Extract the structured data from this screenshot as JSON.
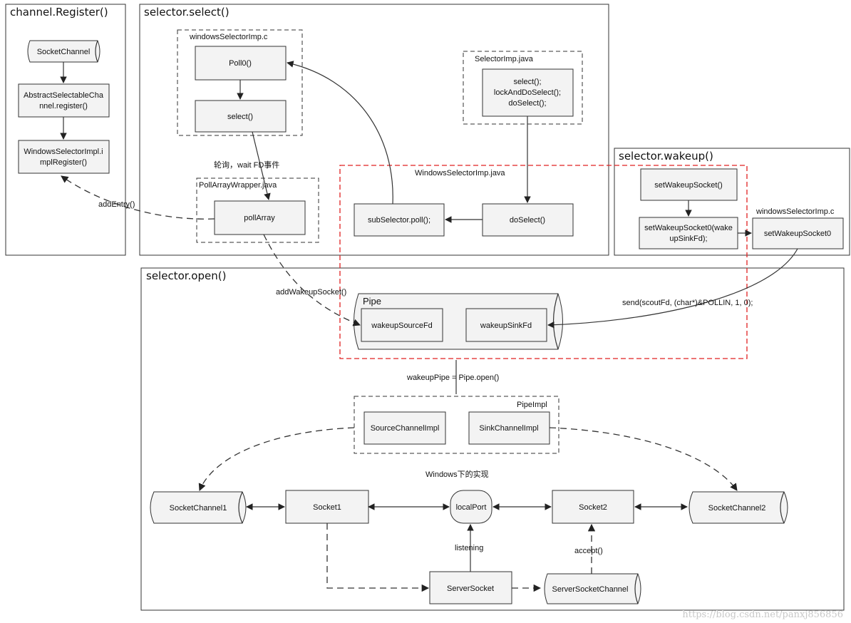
{
  "panels": {
    "register": "channel.Register()",
    "select": "selector.select()",
    "wakeup": "selector.wakeup()",
    "open": "selector.open()"
  },
  "groups": {
    "windows_selector_imp_c": "windowsSelectorImp.c",
    "selector_imp_java": "SelectorImp.java",
    "poll_array_wrapper": "PollArrayWrapper.java",
    "windows_selector_imp_java": "WindowsSelectorImp.java",
    "windows_selector_imp_c2": "windowsSelectorImp.c",
    "pipe": "Pipe",
    "pipe_impl": "PipeImpl"
  },
  "nodes": {
    "socket_channel": "SocketChannel",
    "abstract_register_1": "AbstractSelectableCha",
    "abstract_register_2": "nnel.register()",
    "windows_impl_register_1": "WindowsSelectorImpl.i",
    "windows_impl_register_2": "mplRegister()",
    "poll0": "Poll0()",
    "select_c": "select()",
    "selectorimp_1": "select();",
    "selectorimp_2": "lockAndDoSelect();",
    "selectorimp_3": "doSelect();",
    "poll_array": "pollArray",
    "sub_selector_poll": "subSelector.poll();",
    "do_select": "doSelect()",
    "set_wakeup_socket": "setWakeupSocket()",
    "set_wakeup_socket0_1": "setWakeupSocket0(wake",
    "set_wakeup_socket0_2": "upSinkFd);",
    "set_wakeup_socket0_c": "setWakeupSocket0",
    "wakeup_source_fd": "wakeupSourceFd",
    "wakeup_sink_fd": "wakeupSinkFd",
    "source_channel_impl": "SourceChannelImpl",
    "sink_channel_impl": "SinkChannelImpl",
    "socket_channel1": "SocketChannel1",
    "socket1": "Socket1",
    "local_port": "localPort",
    "socket2": "Socket2",
    "socket_channel2": "SocketChannel2",
    "server_socket": "ServerSocket",
    "server_socket_channel": "ServerSocketChannel"
  },
  "labels": {
    "poll_wait": "轮询，wait FD事件",
    "add_entry": "addEntry()",
    "add_wakeup_socket": "addWakeupSocket()",
    "send": "send(scoutFd, (char*)&POLLIN, 1, 0);",
    "wakeup_pipe_open": "wakeupPipe = Pipe.open()",
    "windows_impl": "Windows下的实现",
    "listening": "listening",
    "accept": "accept()"
  },
  "watermark": "https://blog.csdn.net/panxj856856"
}
